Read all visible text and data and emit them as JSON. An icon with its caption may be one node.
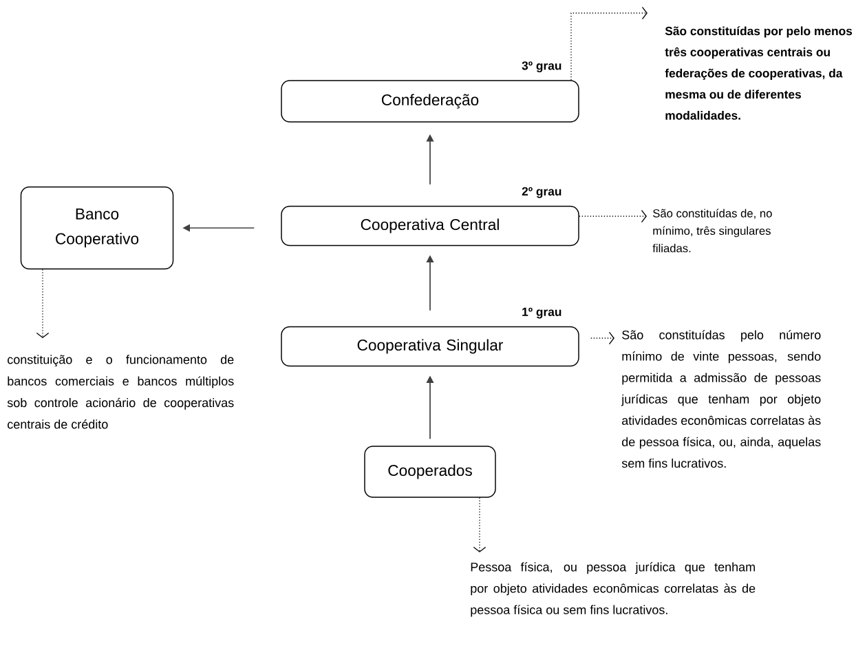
{
  "diagram": {
    "nodes": [
      {
        "text": [
          "Confederação"
        ],
        "beside": [
          "3º grau"
        ]
      },
      {
        "text": [
          "Banco Cooperativo"
        ]
      },
      {
        "text": [
          "Cooperativa Central"
        ],
        "beside": [
          "2º grau"
        ]
      },
      {
        "text": [
          "Cooperativa Singular"
        ],
        "beside": [
          "1º grau"
        ]
      },
      {
        "text": [
          "Cooperados"
        ]
      },
      {
        "text": [
          "São constituídas por pelo menos três cooperativas centrais ou federações de cooperativas, da mesma ou de diferentes modalidades."
        ]
      },
      {
        "text": [
          "São constituídas de, no mínimo, três singulares filiadas."
        ]
      },
      {
        "text": [
          "São constituídas pelo número mínimo de vinte pessoas, sendo permitida a admissão de pessoas jurídicas que tenham por objeto atividades econômicas correlatas às de pessoa física, ou, ainda, aquelas sem fins lucrativos."
        ]
      },
      {
        "text": [
          "constituição e o funcionamento de bancos comerciais e bancos múltiplos sob controle acionário de cooperativas centrais de crédito"
        ]
      },
      {
        "text": [
          "Pessoa física, ou pessoa jurídica que tenham por objeto atividades econômicas correlatas às de pessoa física ou sem fins lucrativos."
        ]
      }
    ],
    "edges": [
      {
        "from": 4,
        "to": 3,
        "arrow": "to"
      },
      {
        "from": 3,
        "to": 2,
        "arrow": "to"
      },
      {
        "from": 2,
        "to": 0,
        "arrow": "to"
      },
      {
        "from": 2,
        "to": 1,
        "arrow": "to"
      },
      {
        "from": 0,
        "to": 5,
        "arrow": "to",
        "style": "dashed"
      },
      {
        "from": 2,
        "to": 6,
        "arrow": "to",
        "style": "dashed"
      },
      {
        "from": 3,
        "to": 7,
        "arrow": "to",
        "style": "dashed"
      },
      {
        "from": 1,
        "to": 8,
        "arrow": "to",
        "style": "dashed"
      },
      {
        "from": 4,
        "to": 9,
        "arrow": "to",
        "style": "dashed"
      }
    ]
  }
}
